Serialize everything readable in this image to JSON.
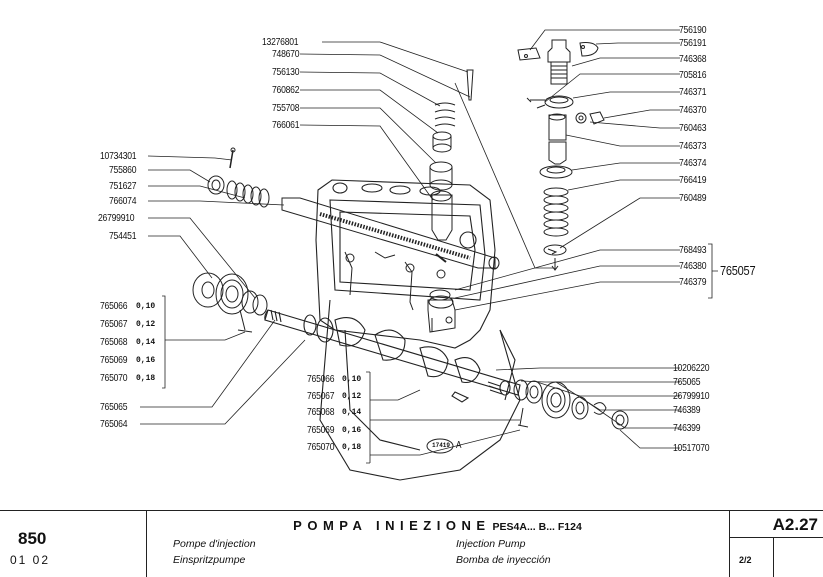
{
  "document": {
    "type": "exploded-parts-diagram",
    "figure_ref": "17419",
    "figure_suffix": "A"
  },
  "labels_top_center": [
    {
      "part": "13276801"
    },
    {
      "part": "748670"
    },
    {
      "part": "756130"
    },
    {
      "part": "760862"
    },
    {
      "part": "755708"
    },
    {
      "part": "766061"
    }
  ],
  "labels_left": [
    {
      "part": "10734301"
    },
    {
      "part": "755860"
    },
    {
      "part": "751627"
    },
    {
      "part": "766074"
    },
    {
      "part": "26799910"
    },
    {
      "part": "754451"
    }
  ],
  "shims_left": [
    {
      "part": "765066",
      "size": "0,10"
    },
    {
      "part": "765067",
      "size": "0,12"
    },
    {
      "part": "765068",
      "size": "0,14"
    },
    {
      "part": "765069",
      "size": "0,16"
    },
    {
      "part": "765070",
      "size": "0,18"
    }
  ],
  "labels_left_bottom": [
    {
      "part": "765065"
    },
    {
      "part": "765064"
    }
  ],
  "shims_center": [
    {
      "part": "765066",
      "size": "0,10"
    },
    {
      "part": "765067",
      "size": "0,12"
    },
    {
      "part": "765068",
      "size": "0,14"
    },
    {
      "part": "765069",
      "size": "0,16"
    },
    {
      "part": "765070",
      "size": "0,18"
    }
  ],
  "labels_right": [
    {
      "part": "756190"
    },
    {
      "part": "756191"
    },
    {
      "part": "746368"
    },
    {
      "part": "705816"
    },
    {
      "part": "746371"
    },
    {
      "part": "746370"
    },
    {
      "part": "760463"
    },
    {
      "part": "746373"
    },
    {
      "part": "746374"
    },
    {
      "part": "766419"
    },
    {
      "part": "760489"
    }
  ],
  "labels_right_group": {
    "items": [
      {
        "part": "768493"
      },
      {
        "part": "746380"
      },
      {
        "part": "746379"
      }
    ],
    "assembly": "765057"
  },
  "labels_right_bottom": [
    {
      "part": "10206220"
    },
    {
      "part": "765065"
    },
    {
      "part": "26799910"
    },
    {
      "part": "746389"
    },
    {
      "part": "746399"
    },
    {
      "part": "10517070"
    }
  ],
  "footer": {
    "model": "850",
    "revision": "01  02",
    "title_it": "POMPA INIEZIONE",
    "title_sub": "PES4A... B... F124",
    "title_fr": "Pompe d'injection",
    "title_de": "Einspritzpumpe",
    "title_en": "Injection Pump",
    "title_es": "Bomba de inyección",
    "code": "A2.27",
    "sheet": "2/2"
  }
}
